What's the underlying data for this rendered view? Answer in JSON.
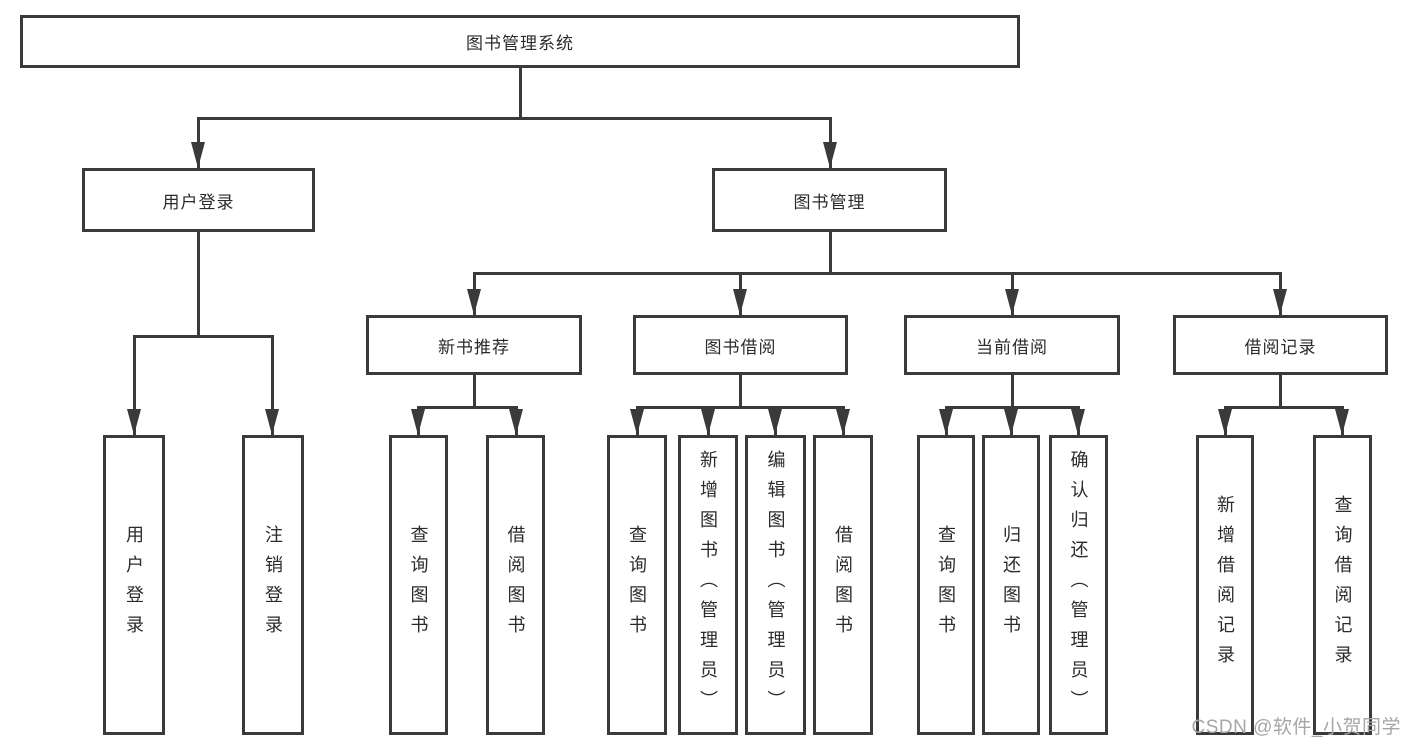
{
  "title_box": {
    "label": "图书管理系统"
  },
  "level1": {
    "user_login": {
      "label": "用户登录"
    },
    "book_management": {
      "label": "图书管理"
    }
  },
  "level2": {
    "new_book_recommend": {
      "label": "新书推荐"
    },
    "book_borrow": {
      "label": "图书借阅"
    },
    "current_borrow": {
      "label": "当前借阅"
    },
    "borrow_records": {
      "label": "借阅记录"
    }
  },
  "leaves": {
    "user_login": {
      "label": "用户登录"
    },
    "logout": {
      "label": "注销登录"
    },
    "nb_query_books": {
      "label": "查询图书"
    },
    "nb_borrow_books": {
      "label": "借阅图书"
    },
    "bb_query_books": {
      "label": "查询图书"
    },
    "bb_add_books": {
      "label": "新增图书（管理员）"
    },
    "bb_edit_books": {
      "label": "编辑图书（管理员）"
    },
    "bb_borrow_books": {
      "label": "借阅图书"
    },
    "cb_query_books": {
      "label": "查询图书"
    },
    "cb_return_books": {
      "label": "归还图书"
    },
    "cb_confirm_return": {
      "label": "确认归还（管理员）"
    },
    "br_add_record": {
      "label": "新增借阅记录"
    },
    "br_query_record": {
      "label": "查询借阅记录"
    }
  },
  "watermark": {
    "text": "CSDN @软件_小贺同学"
  },
  "colors": {
    "line": "#3a3a3a",
    "text": "#2b2b2b",
    "watermark": "#a6a6a6",
    "background": "#ffffff"
  }
}
